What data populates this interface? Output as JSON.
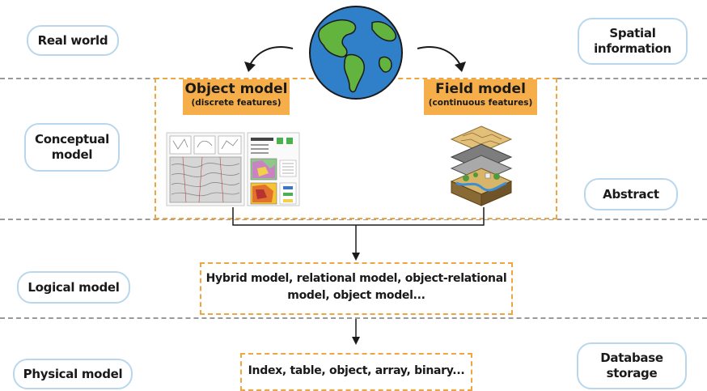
{
  "layers": {
    "real_world": "Real world",
    "spatial_information": "Spatial\ninformation",
    "conceptual_model": "Conceptual\nmodel",
    "abstract": "Abstract",
    "logical_model": "Logical model",
    "physical_model": "Physical model",
    "database_storage": "Database\nstorage"
  },
  "conceptual": {
    "object_model": {
      "title": "Object model",
      "subtitle": "(discrete features)"
    },
    "field_model": {
      "title": "Field model",
      "subtitle": "(continuous features)"
    }
  },
  "logical_box": {
    "line1": "Hybrid model, relational model, object-relational",
    "line2": "model, object model..."
  },
  "physical_box": {
    "text": "Index, table, object, array, binary..."
  },
  "colors": {
    "pill_border": "#b9d7ec",
    "dashed_box": "#f0a640",
    "tag_fill": "#f6ae4a",
    "separator": "#9a9a9a"
  },
  "icons": {
    "globe": "globe-icon",
    "object_maps": "map-sheets-illustration",
    "field_layers": "raster-layers-illustration"
  }
}
